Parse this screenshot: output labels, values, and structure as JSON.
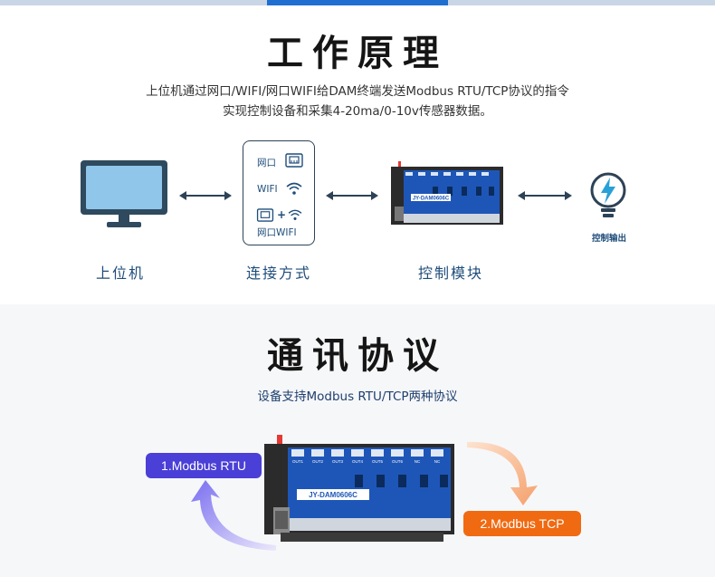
{
  "section1": {
    "title": "工作原理",
    "desc_line1": "上位机通过网口/WIFI/网口WIFI给DAM终端发送Modbus RTU/TCP协议的指令",
    "desc_line2": "实现控制设备和采集4-20ma/0-10v传感器数据。",
    "labels": {
      "host": "上位机",
      "connection": "连接方式",
      "module": "控制模块",
      "output": "控制输出"
    },
    "connection_options": {
      "ethernet": "网口",
      "wifi": "WIFI",
      "ethernet_wifi": "网口WIFI",
      "plus": "+"
    },
    "device_model": "JY-DAM0606C"
  },
  "section2": {
    "title": "通讯协议",
    "desc": "设备支持Modbus RTU/TCP两种协议",
    "badge_rtu": "1.Modbus RTU",
    "badge_tcp": "2.Modbus TCP",
    "device_model": "JY-DAM0606C",
    "outputs": [
      "OUT1",
      "OUT2",
      "OUT3",
      "OUT4",
      "OUT5",
      "OUT6",
      "NC",
      "NC"
    ]
  },
  "colors": {
    "accent_blue": "#1f6fd1",
    "rtu_badge": "#4a3fd6",
    "tcp_badge": "#f06a12",
    "dark_navy": "#2d4256",
    "module_blue": "#1e56b8"
  }
}
